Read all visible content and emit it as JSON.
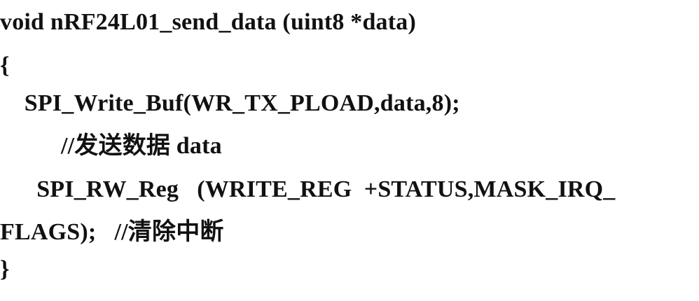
{
  "code": {
    "lines": [
      "void nRF24L01_send_data (uint8 *data)",
      "{",
      "    SPI_Write_Buf(WR_TX_PLOAD,data,8);",
      "          //发送数据 data",
      "      SPI_RW_Reg   (WRITE_REG  +STATUS,MASK_IRQ_",
      "FLAGS);   //清除中断",
      "}"
    ]
  }
}
